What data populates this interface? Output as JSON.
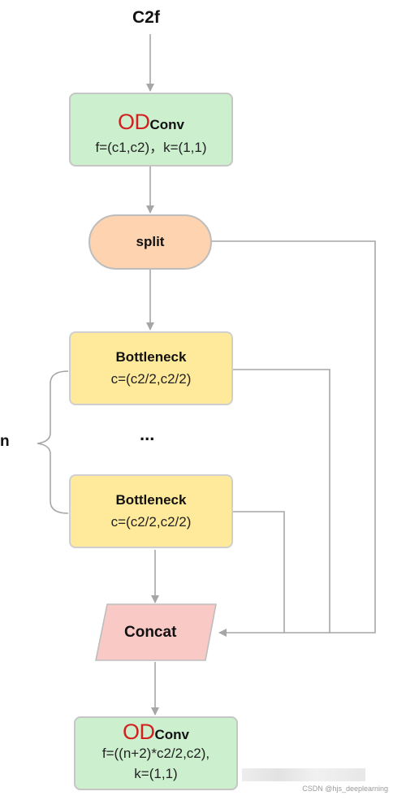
{
  "header": {
    "title": "C2f"
  },
  "conv_top": {
    "prefix": "OD",
    "name": "Conv",
    "params": "f=(c1,c2)，k=(1,1)"
  },
  "split": {
    "label": "split"
  },
  "bottleneck_1": {
    "name": "Bottleneck",
    "params": "c=(c2/2,c2/2)"
  },
  "ellipsis": {
    "label": "..."
  },
  "repeat": {
    "label": "n"
  },
  "bottleneck_2": {
    "name": "Bottleneck",
    "params": "c=(c2/2,c2/2)"
  },
  "concat": {
    "label": "Concat"
  },
  "conv_bottom": {
    "prefix": "OD",
    "name": "Conv",
    "params_line1": "f=((n+2)*c2/2,c2),",
    "params_line2": "k=(1,1)"
  },
  "watermark": {
    "text": "CSDN @hjs_deeplearning"
  },
  "colors": {
    "conv_fill": "#ccefce",
    "split_fill": "#fdd3b0",
    "bottleneck_fill": "#ffe99b",
    "concat_fill": "#f9c9c6",
    "connector": "#a6a6a6",
    "od_text": "#d32020"
  }
}
